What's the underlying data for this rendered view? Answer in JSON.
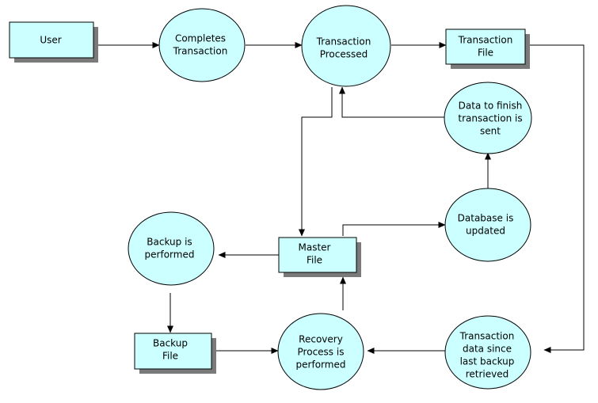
{
  "colors": {
    "fill": "#ccffff",
    "stroke": "#000000",
    "shadow": "#7a7a7a",
    "background": "#ffffff"
  },
  "nodes": {
    "user": {
      "lines": [
        "User"
      ]
    },
    "completes_transaction": {
      "lines": [
        "Completes",
        "Transaction"
      ]
    },
    "transaction_processed": {
      "lines": [
        "Transaction",
        "Processed"
      ]
    },
    "transaction_file": {
      "lines": [
        "Transaction",
        "File"
      ]
    },
    "data_to_finish": {
      "lines": [
        "Data to finish",
        "transaction is",
        "sent"
      ]
    },
    "database_updated": {
      "lines": [
        "Database is",
        "updated"
      ]
    },
    "master_file": {
      "lines": [
        "Master",
        "File"
      ]
    },
    "backup_performed": {
      "lines": [
        "Backup is",
        "performed"
      ]
    },
    "backup_file": {
      "lines": [
        "Backup",
        "File"
      ]
    },
    "recovery_process": {
      "lines": [
        "Recovery",
        "Process is",
        "performed"
      ]
    },
    "transaction_data_retrieved": {
      "lines": [
        "Transaction",
        "data since",
        "last backup",
        "retrieved"
      ]
    }
  }
}
